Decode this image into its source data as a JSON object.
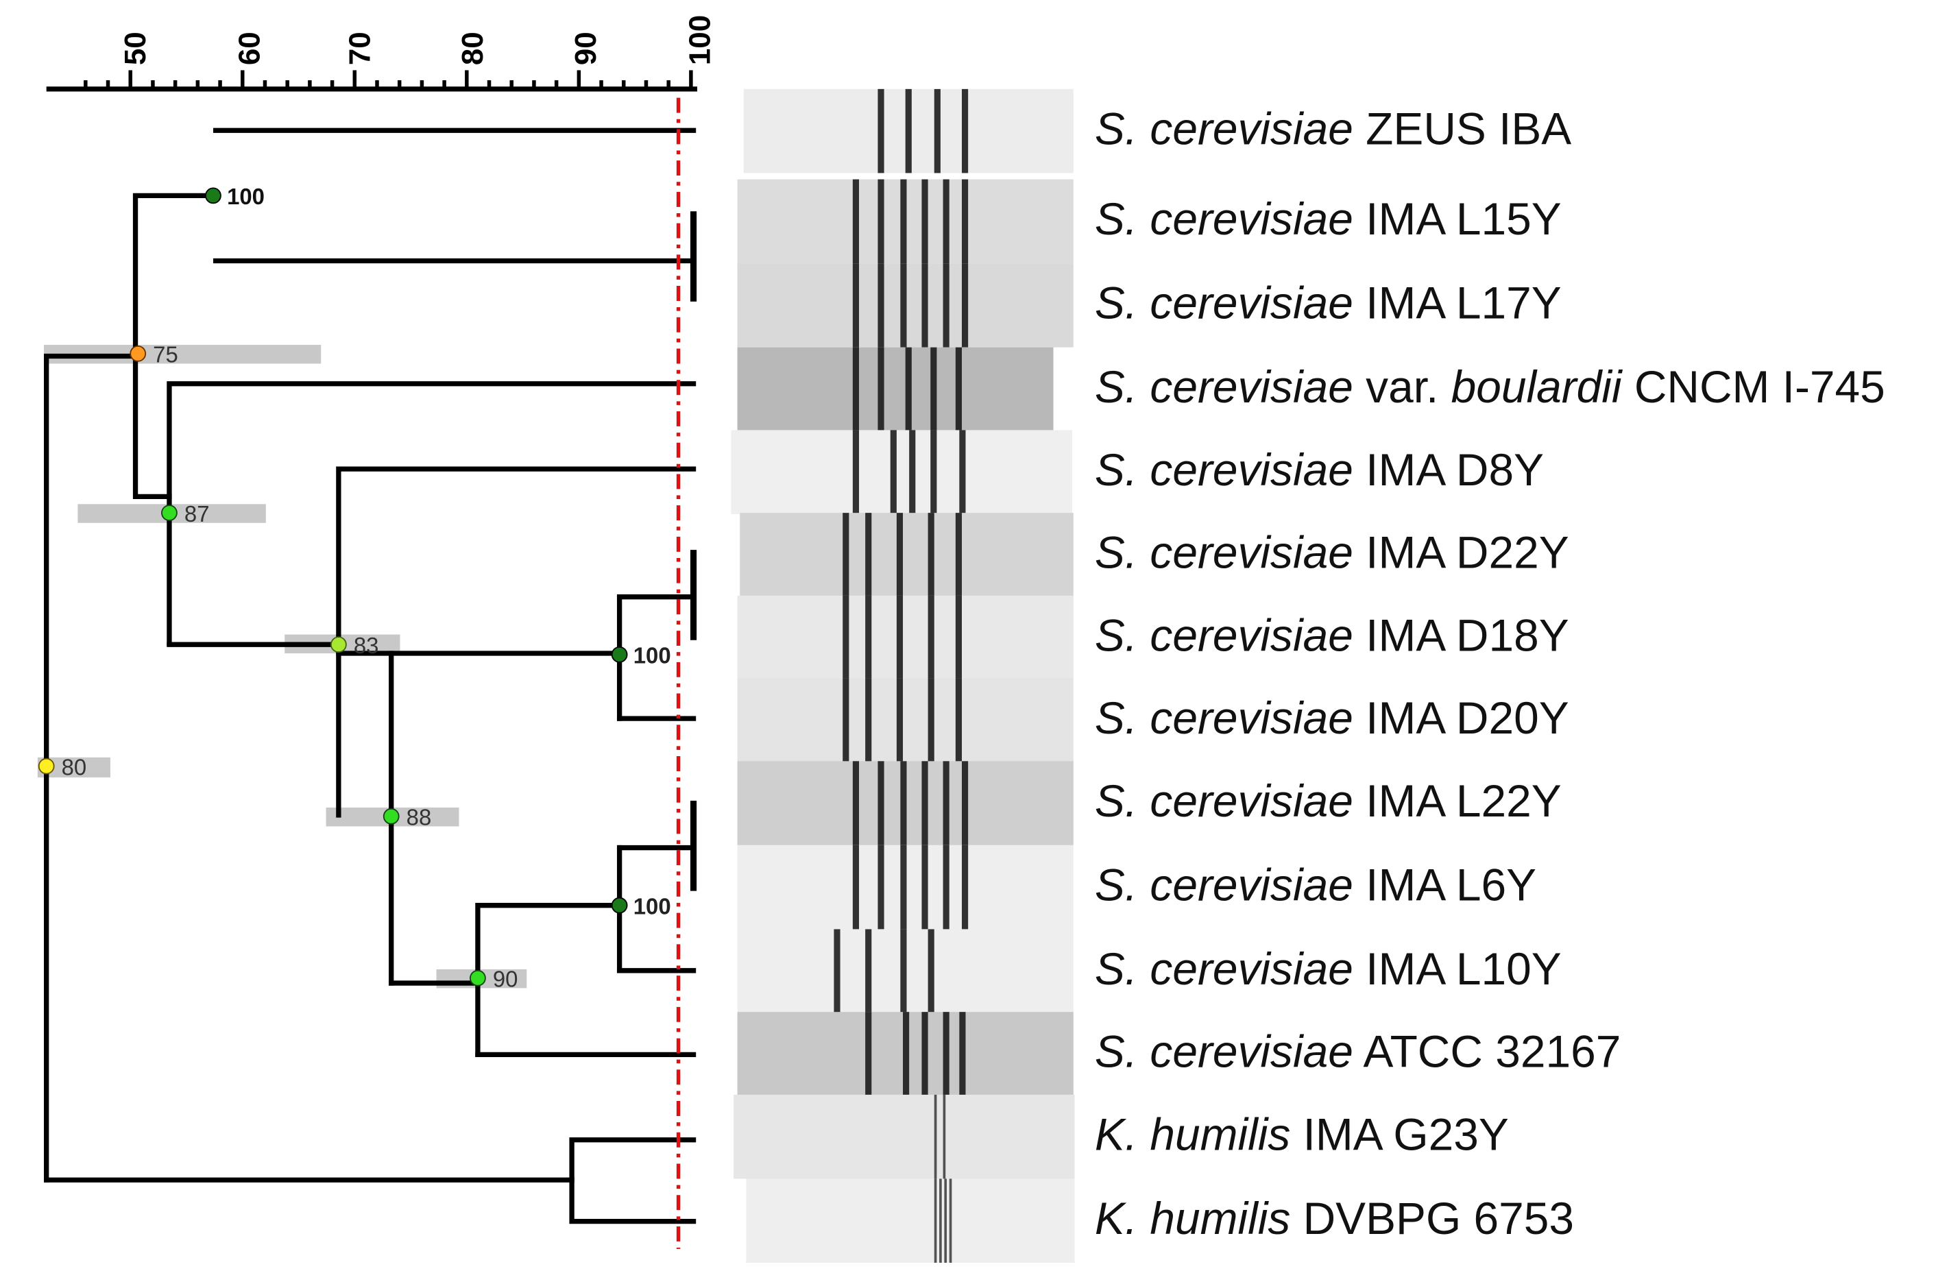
{
  "scale": {
    "tick_labels": [
      "50",
      "60",
      "70",
      "80",
      "90",
      "100"
    ]
  },
  "taxa": [
    {
      "italic": "S. cerevisiae",
      "rest": " ZEUS IBA"
    },
    {
      "italic": "S. cerevisiae",
      "rest": " IMA L15Y"
    },
    {
      "italic": "S. cerevisiae",
      "rest": " IMA L17Y"
    },
    {
      "italic": "S. cerevisiae",
      "rest": " var. ",
      "italic2": "boulardii",
      "rest2": " CNCM I-745"
    },
    {
      "italic": "S. cerevisiae",
      "rest": " IMA D8Y"
    },
    {
      "italic": "S. cerevisiae",
      "rest": " IMA D22Y"
    },
    {
      "italic": "S. cerevisiae",
      "rest": " IMA D18Y"
    },
    {
      "italic": "S. cerevisiae",
      "rest": " IMA D20Y"
    },
    {
      "italic": "S. cerevisiae",
      "rest": " IMA L22Y"
    },
    {
      "italic": "S. cerevisiae",
      "rest": " IMA L6Y"
    },
    {
      "italic": "S. cerevisiae",
      "rest": " IMA L10Y"
    },
    {
      "italic": "S. cerevisiae",
      "rest": " ATCC 32167"
    },
    {
      "italic": "K. humilis",
      "rest": " IMA G23Y"
    },
    {
      "italic": "K. humilis",
      "rest": " DVBPG 6753"
    }
  ],
  "node_labels": [
    "100",
    "75",
    "87",
    "83",
    "100",
    "88",
    "100",
    "90",
    "80"
  ],
  "colors": {
    "node_dark_green": "#1a7a1a",
    "node_green": "#33dd22",
    "node_light_green": "#a8e832",
    "node_orange": "#ff9922",
    "node_yellow": "#ffee22",
    "cutoff_line": "#e01010",
    "error_bar": "#c8c8c8"
  }
}
